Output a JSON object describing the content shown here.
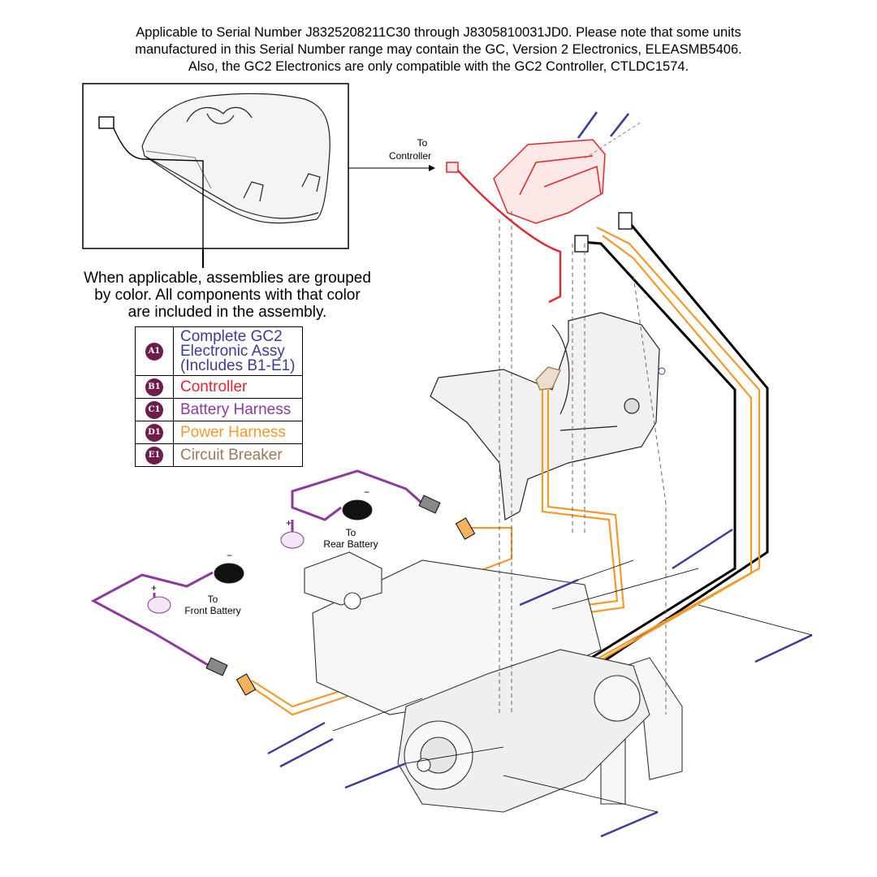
{
  "note_lines": [
    "Applicable to Serial Number J8325208211C30 through J8305810031JD0. Please note that some units",
    "manufactured in this Serial Number range may contain the GC, Version 2 Electronics, ELEASMB5406.",
    "Also, the GC2 Electronics are only compatible with the GC2 Controller, CTLDC1574."
  ],
  "grouping_lines": [
    "When applicable, assemblies are grouped",
    "by color. All components with that color",
    "are included in the assembly."
  ],
  "legend": [
    {
      "badge": "A1",
      "lines": [
        "Complete GC2",
        "Electronic Assy",
        "(Includes B1-E1)"
      ],
      "color": "#3b3b9a"
    },
    {
      "badge": "B1",
      "lines": [
        "Controller"
      ],
      "color": "#e3262d"
    },
    {
      "badge": "C1",
      "lines": [
        "Battery Harness"
      ],
      "color": "#8e3a9d"
    },
    {
      "badge": "D1",
      "lines": [
        "Power Harness"
      ],
      "color": "#f39a2b"
    },
    {
      "badge": "E1",
      "lines": [
        "Circuit Breaker"
      ],
      "color": "#9c7a53"
    }
  ],
  "callouts": {
    "to_controller": [
      "To",
      "Controller"
    ],
    "to_rear_battery": [
      "To",
      "Rear Battery"
    ],
    "to_front_battery": [
      "To",
      "Front Battery"
    ],
    "plus": "+",
    "minus": "−"
  },
  "colors": {
    "controller": "#e3262d",
    "battery_harness": "#8e3a9d",
    "power_harness": "#f39a2b",
    "circuit_breaker": "#9c7a53",
    "hardware": "#3b3b9a",
    "line": "#000000",
    "badge": "#6e1c4a"
  }
}
